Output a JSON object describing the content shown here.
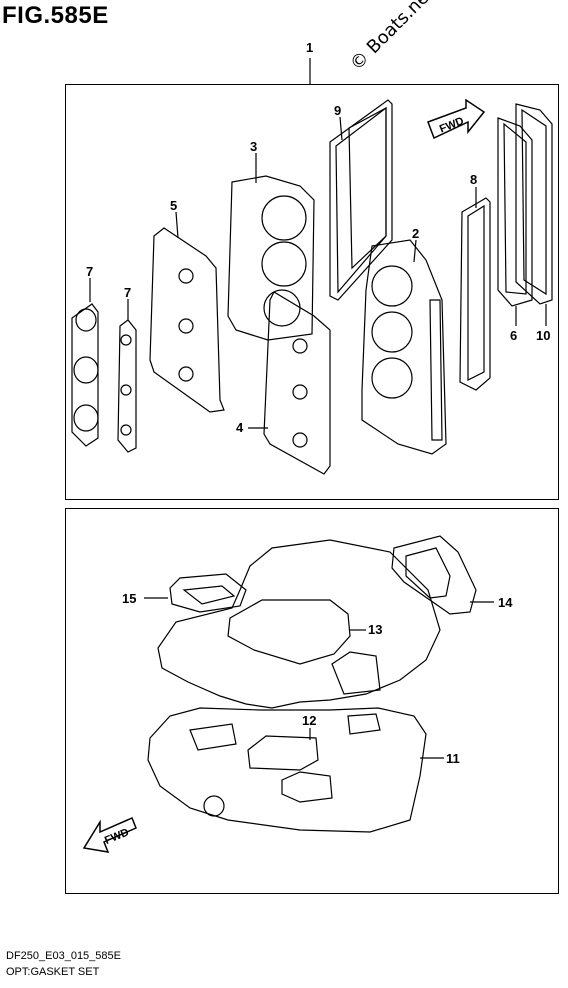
{
  "figure": {
    "title": "FIG.585E"
  },
  "watermark": {
    "text": "© Boats.net"
  },
  "callouts": {
    "c1": "1",
    "c2": "2",
    "c3": "3",
    "c4": "4",
    "c5": "5",
    "c6": "6",
    "c7a": "7",
    "c7b": "7",
    "c8": "8",
    "c9": "9",
    "c10": "10",
    "c11": "11",
    "c12": "12",
    "c13": "13",
    "c14": "14",
    "c15": "15"
  },
  "fwd_label": "FWD",
  "footer": {
    "line1": "DF250_E03_015_585E",
    "line2": "OPT:GASKET SET"
  }
}
